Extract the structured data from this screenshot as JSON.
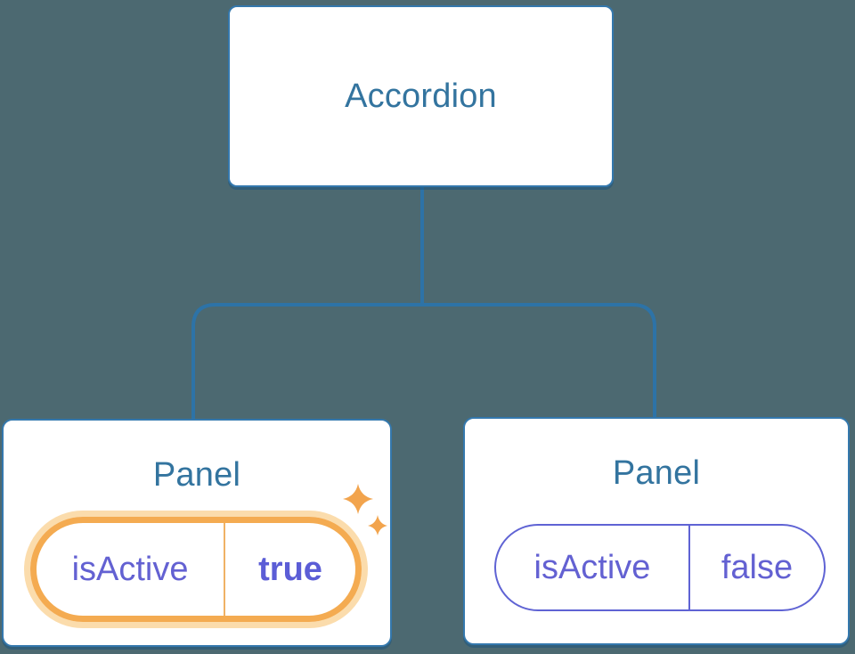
{
  "diagram": {
    "root": {
      "label": "Accordion"
    },
    "panels": [
      {
        "title": "Panel",
        "state": {
          "key": "isActive",
          "value": "true"
        },
        "active": true,
        "icon": "sparkle-icon"
      },
      {
        "title": "Panel",
        "state": {
          "key": "isActive",
          "value": "false"
        },
        "active": false
      }
    ],
    "icons": {
      "sparkle": "four-point-sparkle"
    }
  },
  "colors": {
    "background": "#4C6971",
    "node_fill": "#FFFFFF",
    "node_border": "#3478AD",
    "connector": "#2D73A7",
    "node_text": "#33749F",
    "state_text": "#6361D2",
    "state_value_bold": "#5B5DD6",
    "active_ring": "#F4AB51",
    "active_glow": "#FBDCAC",
    "active_divider": "#F0B266",
    "inactive_border": "#5F63D4",
    "sparkle": "#F2A44D"
  }
}
